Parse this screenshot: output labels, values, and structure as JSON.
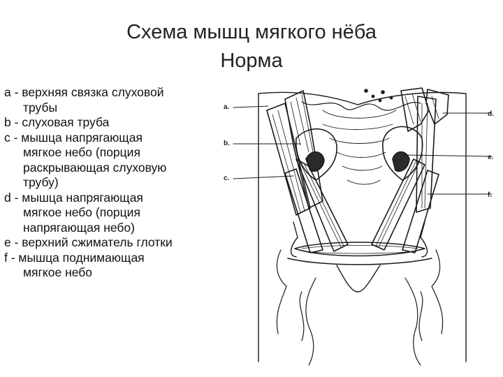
{
  "title": {
    "line1": "Схема мышц мягкого нёба",
    "line2": "Норма"
  },
  "legend": [
    {
      "first": "a - верхняя связка слуховой",
      "rest": [
        "трубы"
      ]
    },
    {
      "first": "b - слуховая труба",
      "rest": []
    },
    {
      "first": "c - мышца напрягающая",
      "rest": [
        "мягкое небо (порция",
        "раскрывающая слуховую",
        "трубу)"
      ]
    },
    {
      "first": "d - мышца напрягающая",
      "rest": [
        "мягкое небо (порция",
        "напрягающая небо)"
      ]
    },
    {
      "first": "e - верхний сжиматель глотки",
      "rest": []
    },
    {
      "first": "f - мышца поднимающая",
      "rest": [
        "мягкое небо"
      ]
    }
  ],
  "figure": {
    "labels": {
      "a": "a.",
      "b": "b.",
      "c": "c.",
      "d": "d.",
      "e": "e.",
      "f": "f."
    }
  }
}
